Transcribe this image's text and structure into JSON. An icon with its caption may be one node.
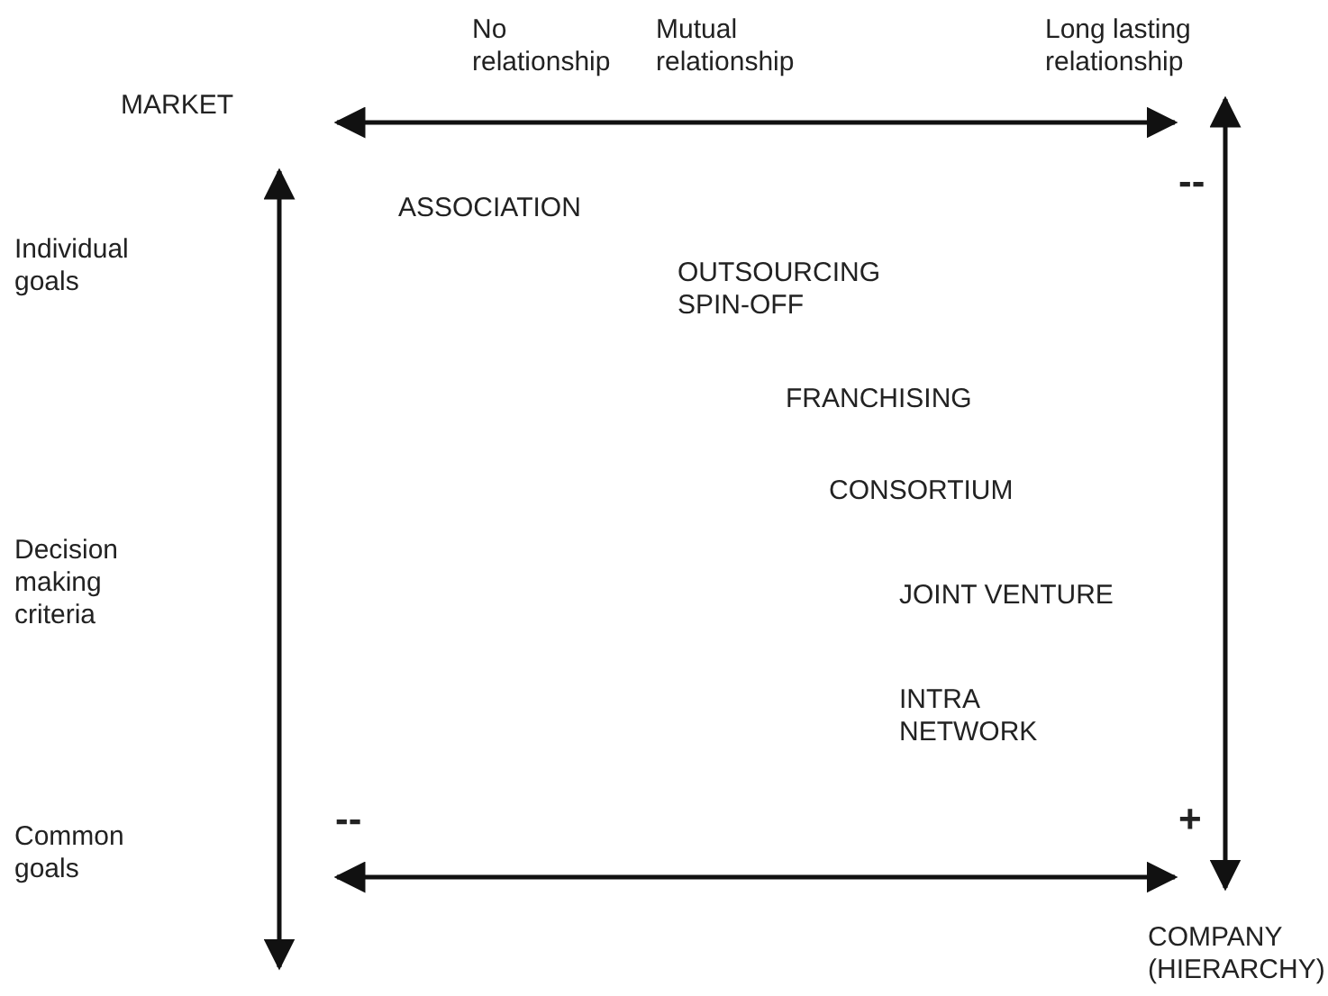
{
  "diagram": {
    "labels": [
      "No relationship",
      "Mutual relationship",
      "Long lasting relationship",
      "MARKET",
      "ASSOCIATION",
      "--",
      "Individual goals",
      "OUTSOURCING SPIN-OFF",
      "FRANCHISING",
      "CONSORTIUM",
      "Decision making criteria",
      "JOINT VENTURE",
      "INTRA NETWORK",
      "Common goals",
      "--",
      "+",
      "COMPANY (HIERARCHY)"
    ]
  }
}
